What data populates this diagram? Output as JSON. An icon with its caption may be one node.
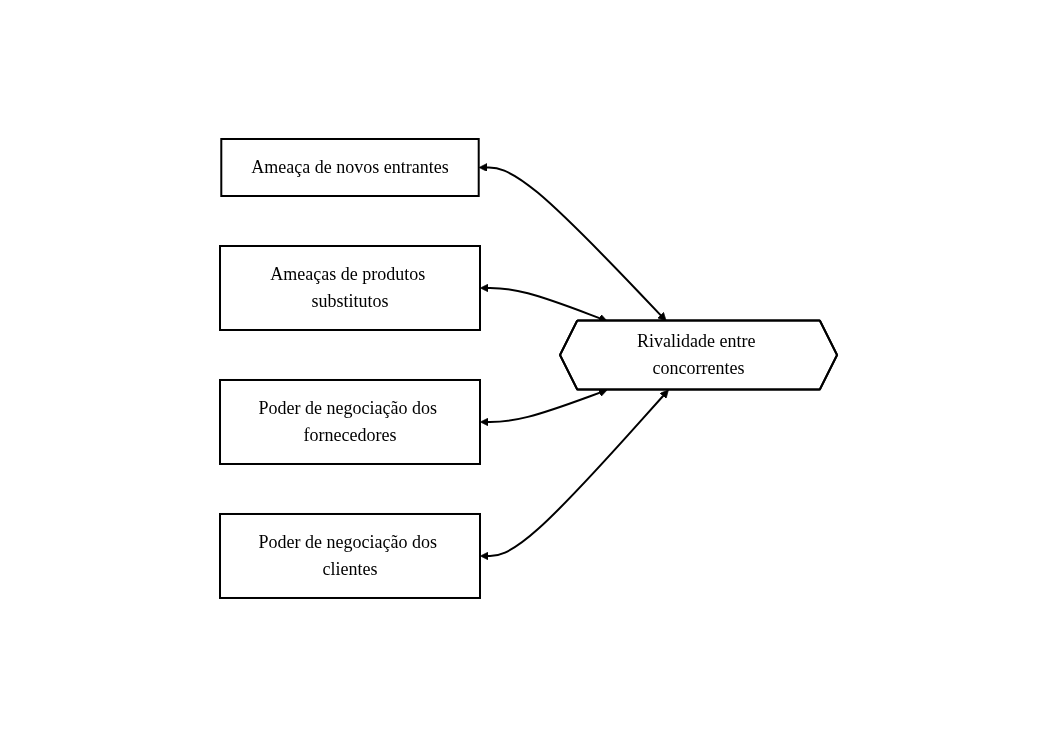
{
  "diagram": {
    "nodes": [
      {
        "text": [
          "Ameaça de novos entrantes"
        ]
      },
      {
        "text": [
          "Ameaças de produtos substitutos"
        ]
      },
      {
        "text": [
          "Rivalidade entre concorrentes"
        ]
      },
      {
        "text": [
          "Poder de negociação dos fornecedores"
        ]
      },
      {
        "text": [
          "Poder de negociação dos clientes"
        ]
      }
    ],
    "edges": [
      {
        "from": 0,
        "to": 2,
        "arrow": "both"
      },
      {
        "from": 1,
        "to": 2,
        "arrow": "both"
      },
      {
        "from": 3,
        "to": 2,
        "arrow": "both"
      },
      {
        "from": 4,
        "to": 2,
        "arrow": "both"
      }
    ]
  }
}
